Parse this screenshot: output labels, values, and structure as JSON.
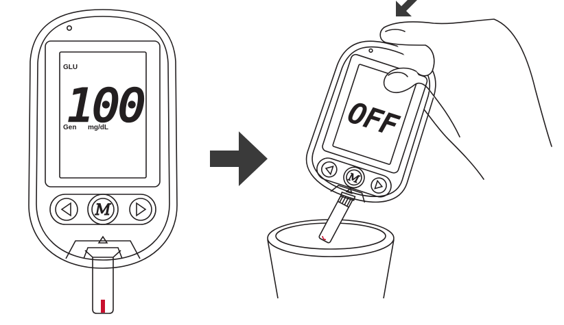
{
  "meter_left": {
    "glu_label": "GLU",
    "reading": "100",
    "gen_label": "Gen",
    "unit_label": "mg/dL",
    "m_button_label": "M"
  },
  "meter_right": {
    "display_text": "OFF",
    "m_button_label": "M"
  },
  "colors": {
    "outline": "#231f20",
    "arrow_fill": "#3a3a3a",
    "blood_red": "#c8102e"
  },
  "icons": [
    "left-triangle-icon",
    "right-triangle-icon",
    "up-triangle-icon",
    "push-down-arrow-icon",
    "step-arrow-icon"
  ]
}
